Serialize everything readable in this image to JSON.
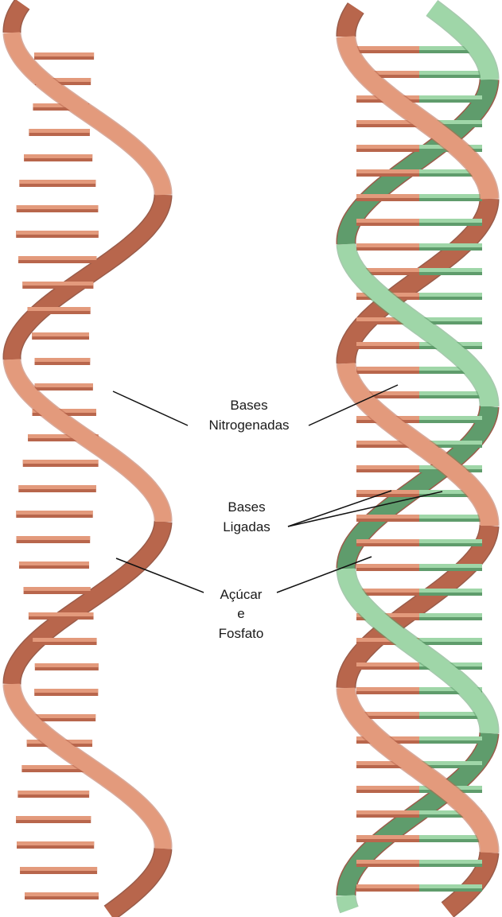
{
  "labels": {
    "bases_nitrogenadas": [
      "Bases",
      "Nitrogenadas"
    ],
    "bases_ligadas": [
      "Bases",
      "Ligadas"
    ],
    "acucar_fosfato": [
      "Açúcar",
      "e",
      "Fosfato"
    ]
  },
  "colors": {
    "strand_primary": "#e39a7c",
    "strand_primary_shadow": "#b8664c",
    "strand_primary_dark": "#8f4a36",
    "strand_secondary": "#9fd6a8",
    "strand_secondary_shadow": "#5f9c6c",
    "strand_secondary_dark": "#3f7a4e",
    "leader_line": "#111111",
    "background": "#ffffff"
  },
  "structures": [
    {
      "name": "single-strand-helix",
      "strands": 1
    },
    {
      "name": "double-strand-helix",
      "strands": 2
    }
  ]
}
